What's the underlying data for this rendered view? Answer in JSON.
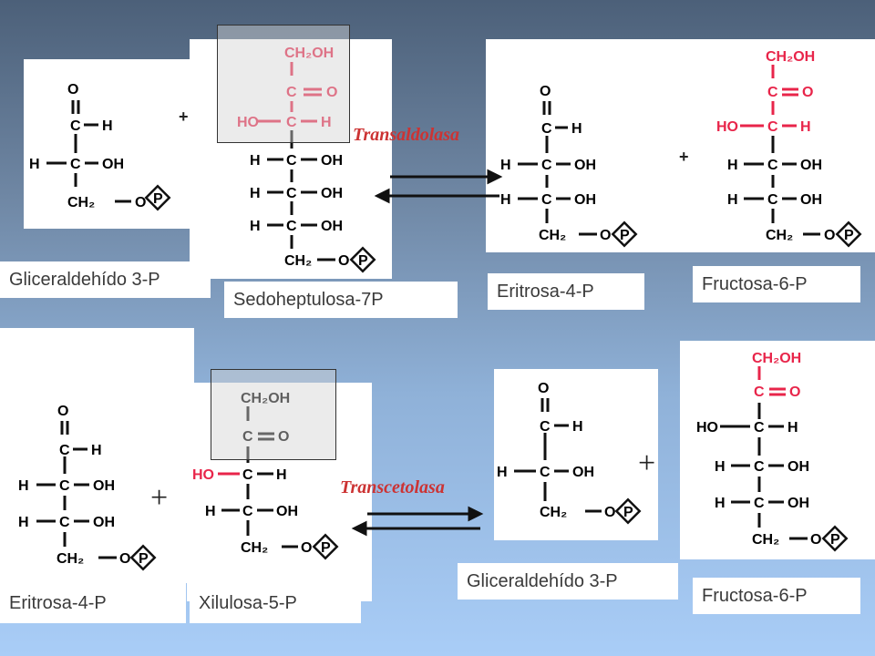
{
  "reaction1": {
    "reactant1_label": "Gliceraldehído 3-P",
    "reactant2_label": "Sedoheptulosa-7P",
    "product1_label": "Eritrosa-4-P",
    "product2_label": "Fructosa-6-P",
    "enzyme": "Transaldolasa"
  },
  "reaction2": {
    "reactant1_label": "Eritrosa-4-P",
    "reactant2_label": "Xilulosa-5-P",
    "product1_label": "Gliceraldehído 3-P",
    "product2_label": "Fructosa-6-P",
    "enzyme": "Transcetolasa"
  },
  "symbols": {
    "plus": "+"
  },
  "atoms": {
    "c": "C",
    "h": "H",
    "o": "O",
    "oh": "OH",
    "ho": "HO",
    "ch2oh": "CH₂OH",
    "ch2": "CH₂",
    "p": "P"
  },
  "colors": {
    "red_group": "#e8254a",
    "enzyme_text": "#cc3333"
  }
}
